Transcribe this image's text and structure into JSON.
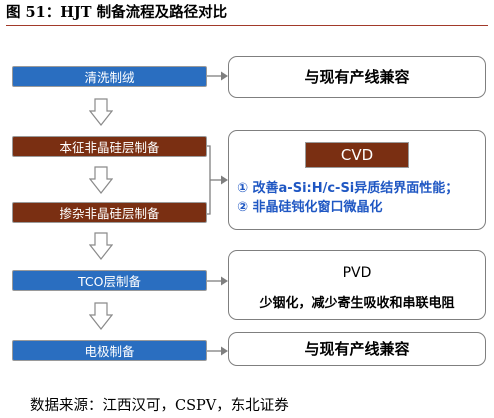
{
  "title": "图 51：HJT 制备流程及路径对比",
  "steps": [
    {
      "label": "清洗制绒",
      "color": "#2a6ec0"
    },
    {
      "label": "本征非晶硅层制备",
      "color": "#7a2f12"
    },
    {
      "label": "掺杂非晶硅层制备",
      "color": "#7a2f12"
    },
    {
      "label": "TCO层制备",
      "color": "#2a6ec0"
    },
    {
      "label": "电极制备",
      "color": "#2a6ec0"
    }
  ],
  "boxes": {
    "compat_1": "与现有产线兼容",
    "cvd": {
      "badge": "CVD",
      "line1": "①  改善a-Si:H/c-Si异质结界面性能；",
      "line2": "②  非晶硅钝化窗口微晶化"
    },
    "pvd": {
      "title": "PVD",
      "subtitle": "少铟化，减少寄生吸收和串联电阻"
    },
    "compat_2": "与现有产线兼容"
  },
  "source": "数据来源：江西汉可，CSPV，东北证券"
}
